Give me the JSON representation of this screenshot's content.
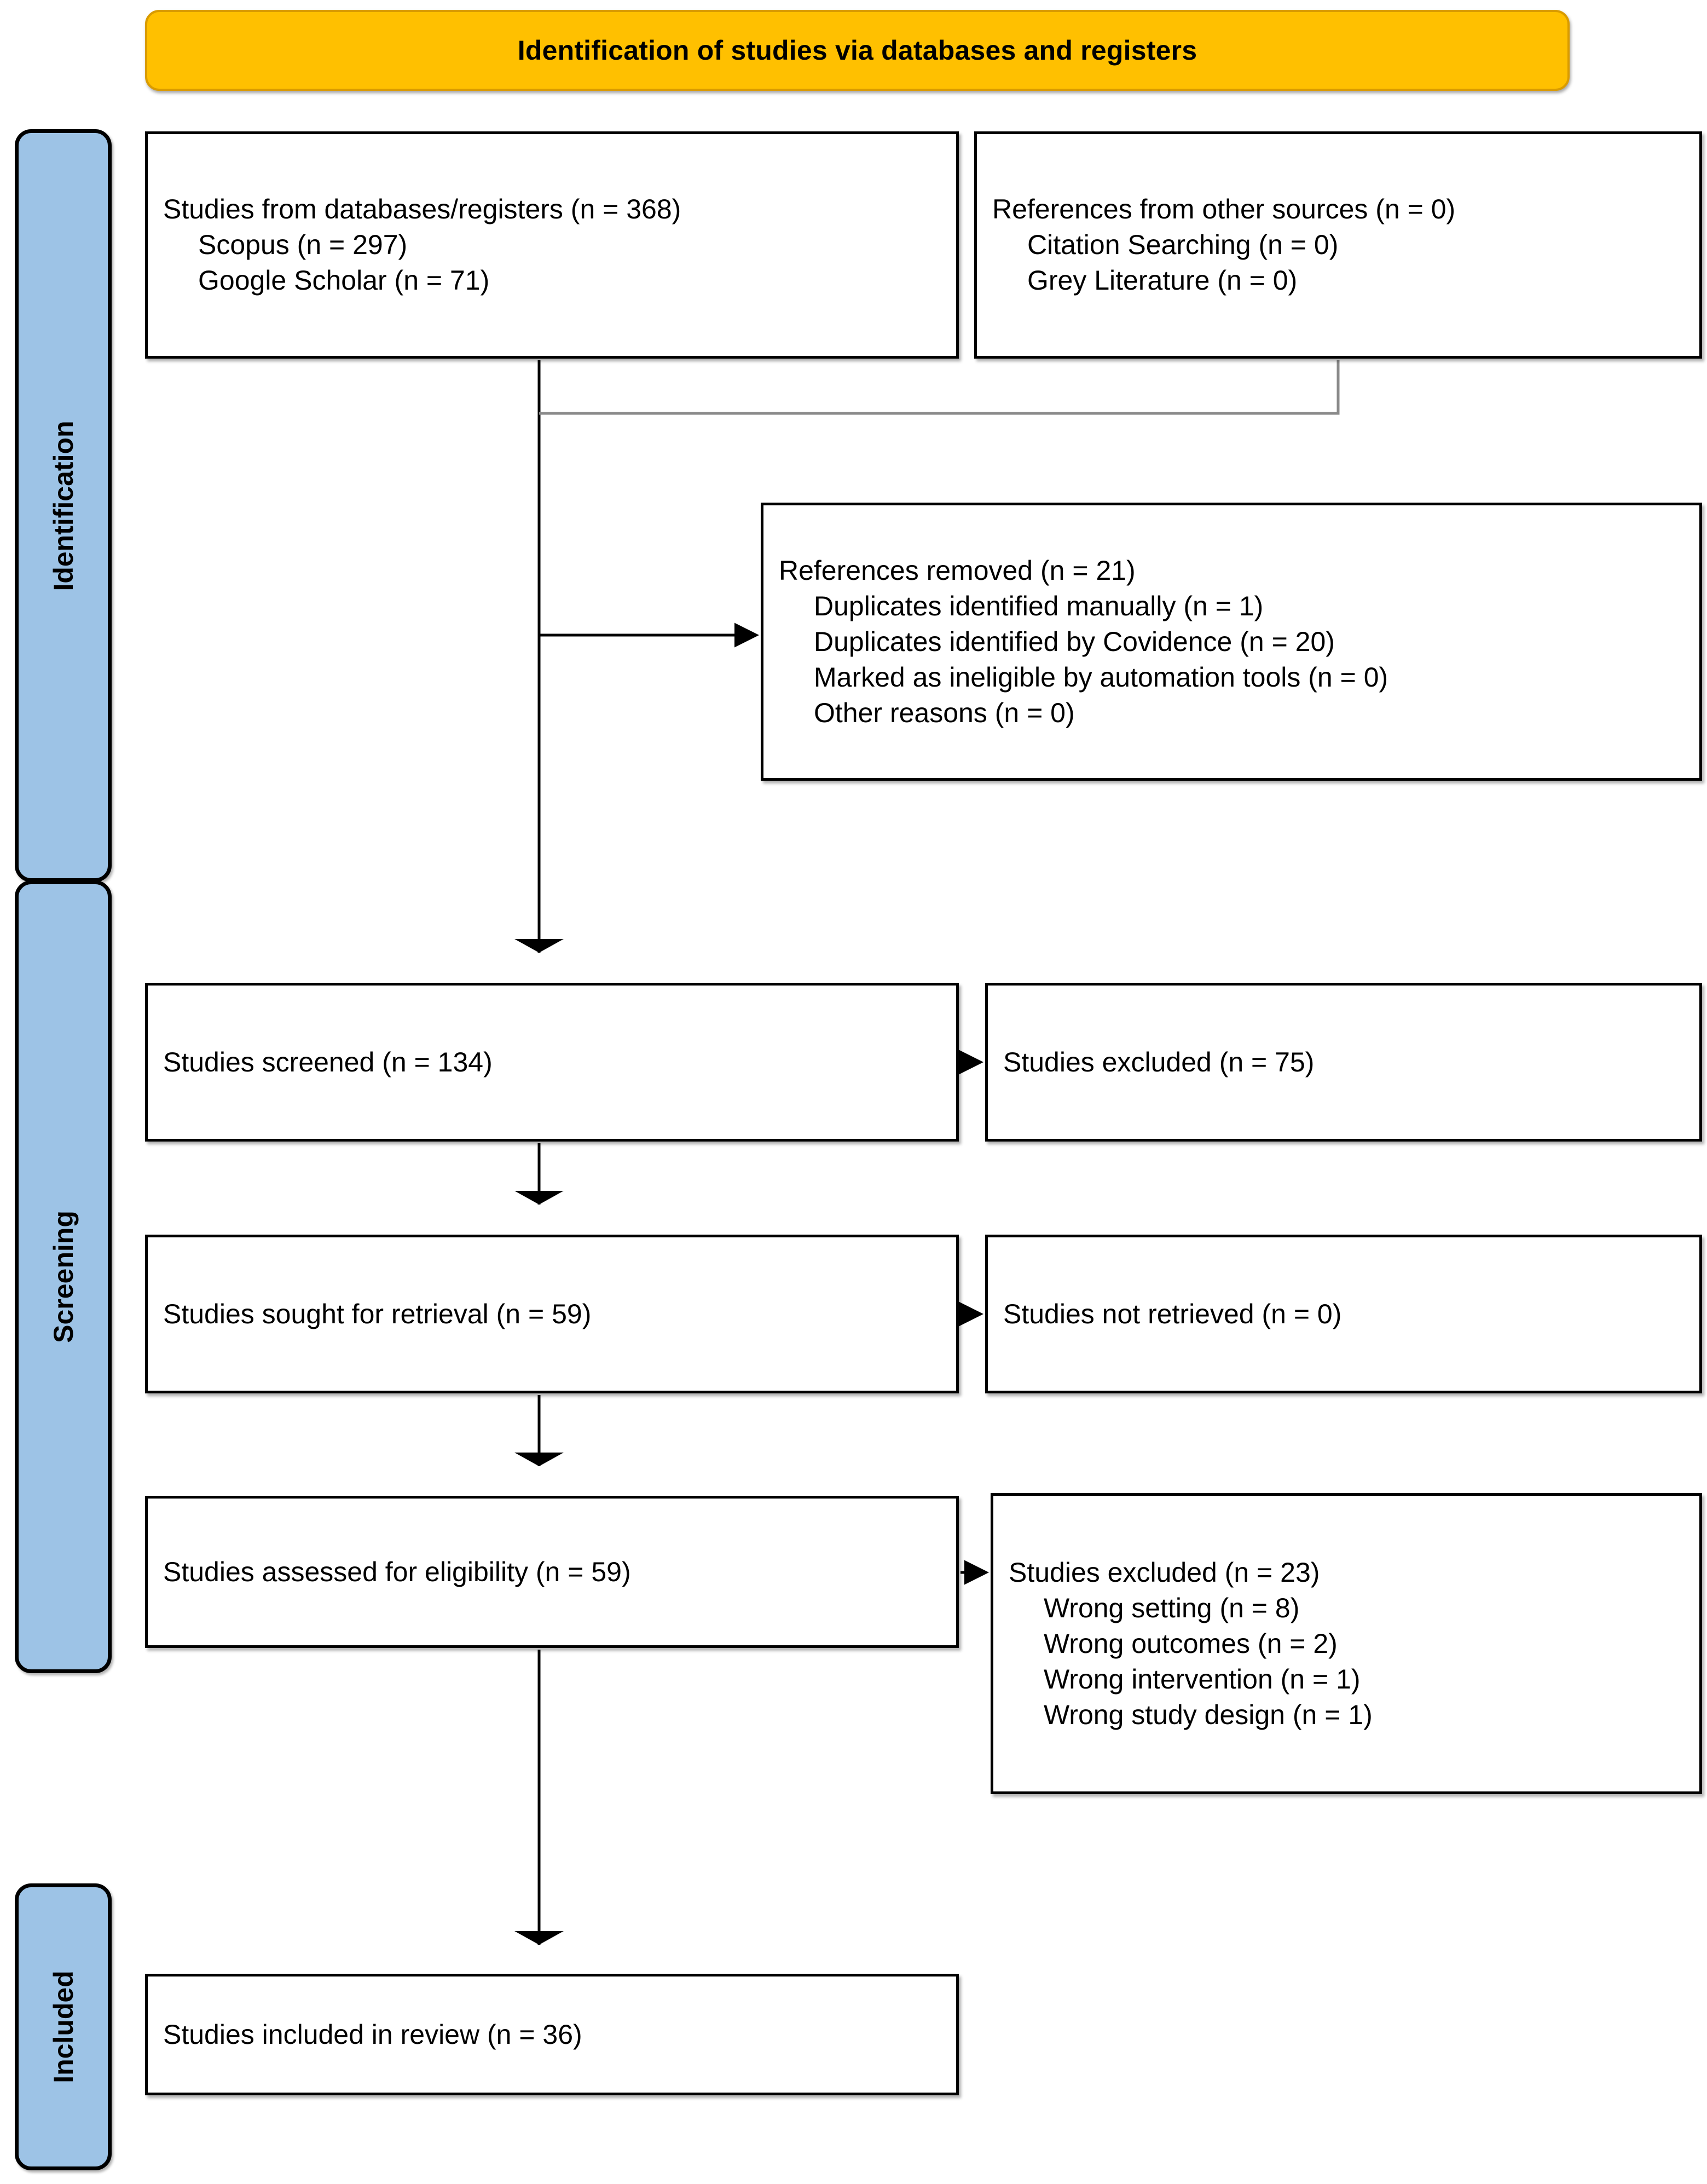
{
  "banner": {
    "title": "Identification of studies via databases and registers",
    "fill": "#FFC000",
    "border": "#D99B00"
  },
  "stages": [
    {
      "id": "identification",
      "label": "Identification",
      "fill": "#9DC3E6"
    },
    {
      "id": "screening",
      "label": "Screening",
      "fill": "#9DC3E6"
    },
    {
      "id": "included",
      "label": "Included",
      "fill": "#9DC3E6"
    }
  ],
  "boxes": {
    "sources": {
      "heading": "Studies from databases/registers (n = 368)",
      "items": [
        "Scopus (n = 297)",
        "Google Scholar (n = 71)"
      ]
    },
    "other_sources": {
      "heading": "References from other sources (n = 0)",
      "items": [
        "Citation Searching (n = 0)",
        "Grey Literature (n = 0)"
      ]
    },
    "removed": {
      "heading": "References removed (n = 21)",
      "items": [
        "Duplicates identified manually (n = 1)",
        "Duplicates identified by Covidence (n = 20)",
        "Marked as ineligible by automation tools (n = 0)",
        "Other reasons (n = 0)"
      ]
    },
    "screened": {
      "heading": "Studies screened (n = 134)",
      "items": []
    },
    "excluded1": {
      "heading": "Studies excluded (n = 75)",
      "items": []
    },
    "sought": {
      "heading": "Studies sought for retrieval (n = 59)",
      "items": []
    },
    "notretrieved": {
      "heading": "Studies not retrieved (n = 0)",
      "items": []
    },
    "assessed": {
      "heading": "Studies assessed for eligibility (n = 59)",
      "items": []
    },
    "excluded2": {
      "heading": "Studies excluded (n = 23)",
      "items": [
        "Wrong setting (n = 8)",
        "Wrong outcomes (n = 2)",
        "Wrong intervention (n = 1)",
        "Wrong study design (n = 1)"
      ]
    },
    "included": {
      "heading": "Studies included in review (n = 36)",
      "items": []
    }
  },
  "chart_data": {
    "type": "diagram",
    "title": "PRISMA 2020 flow diagram",
    "nodes": [
      {
        "name": "Studies from databases/registers",
        "n": 368
      },
      {
        "name": "Scopus",
        "n": 297
      },
      {
        "name": "Google Scholar",
        "n": 71
      },
      {
        "name": "References from other sources",
        "n": 0
      },
      {
        "name": "Citation Searching",
        "n": 0
      },
      {
        "name": "Grey Literature",
        "n": 0
      },
      {
        "name": "References removed",
        "n": 21
      },
      {
        "name": "Duplicates identified manually",
        "n": 1
      },
      {
        "name": "Duplicates identified by Covidence",
        "n": 20
      },
      {
        "name": "Marked as ineligible by automation tools",
        "n": 0
      },
      {
        "name": "Other reasons",
        "n": 0
      },
      {
        "name": "Studies screened",
        "n": 134
      },
      {
        "name": "Studies excluded (screening)",
        "n": 75
      },
      {
        "name": "Studies sought for retrieval",
        "n": 59
      },
      {
        "name": "Studies not retrieved",
        "n": 0
      },
      {
        "name": "Studies assessed for eligibility",
        "n": 59
      },
      {
        "name": "Studies excluded (eligibility)",
        "n": 23
      },
      {
        "name": "Wrong setting",
        "n": 8
      },
      {
        "name": "Wrong outcomes",
        "n": 2
      },
      {
        "name": "Wrong intervention",
        "n": 1
      },
      {
        "name": "Wrong study design",
        "n": 1
      },
      {
        "name": "Studies included in review",
        "n": 36
      }
    ]
  }
}
